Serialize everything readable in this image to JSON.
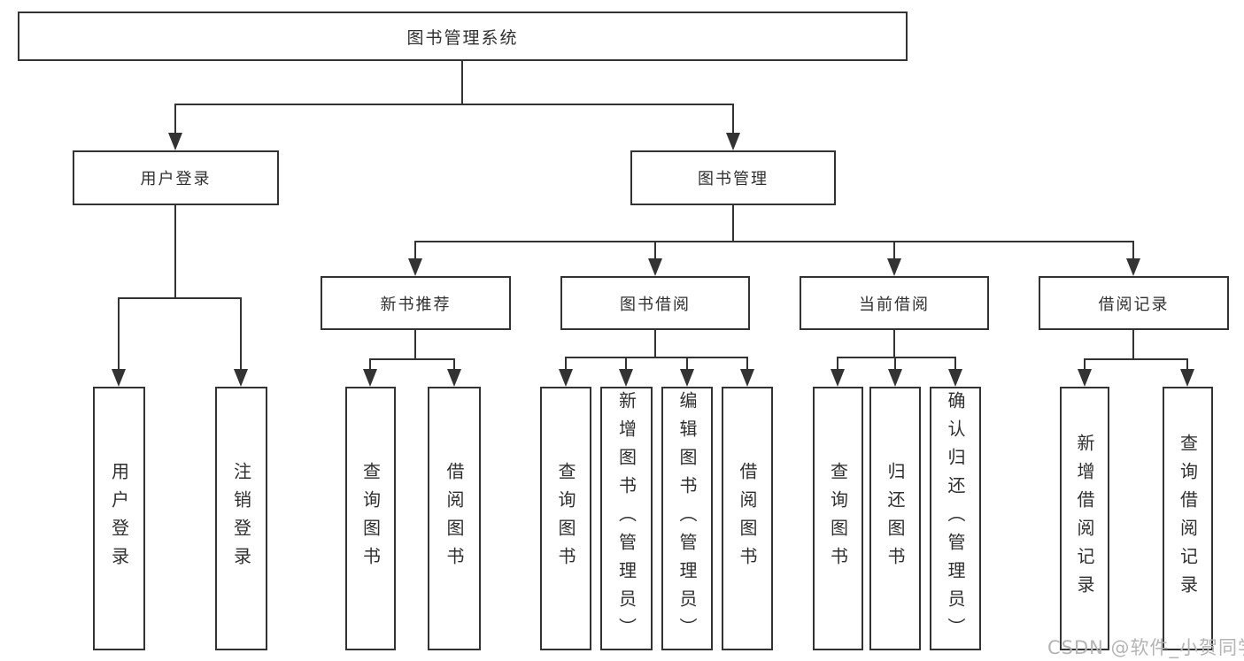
{
  "tree": {
    "root": "图书管理系统",
    "branches": [
      {
        "label": "用户登录",
        "children": [
          "用户登录",
          "注销登录"
        ]
      },
      {
        "label": "图书管理",
        "sections": [
          {
            "label": "新书推荐",
            "children": [
              "查询图书",
              "借阅图书"
            ]
          },
          {
            "label": "图书借阅",
            "children": [
              "查询图书",
              "新增图书（管理员）",
              "编辑图书（管理员）",
              "借阅图书"
            ]
          },
          {
            "label": "当前借阅",
            "children": [
              "查询图书",
              "归还图书",
              "确认归还（管理员）"
            ]
          },
          {
            "label": "借阅记录",
            "children": [
              "新增借阅记录",
              "查询借阅记录"
            ]
          }
        ]
      }
    ]
  },
  "watermark": "CSDN @软件_小贺同学",
  "colors": {
    "line": "#333333",
    "text": "#2f2f2f",
    "watermark": "#b4b4b4"
  }
}
